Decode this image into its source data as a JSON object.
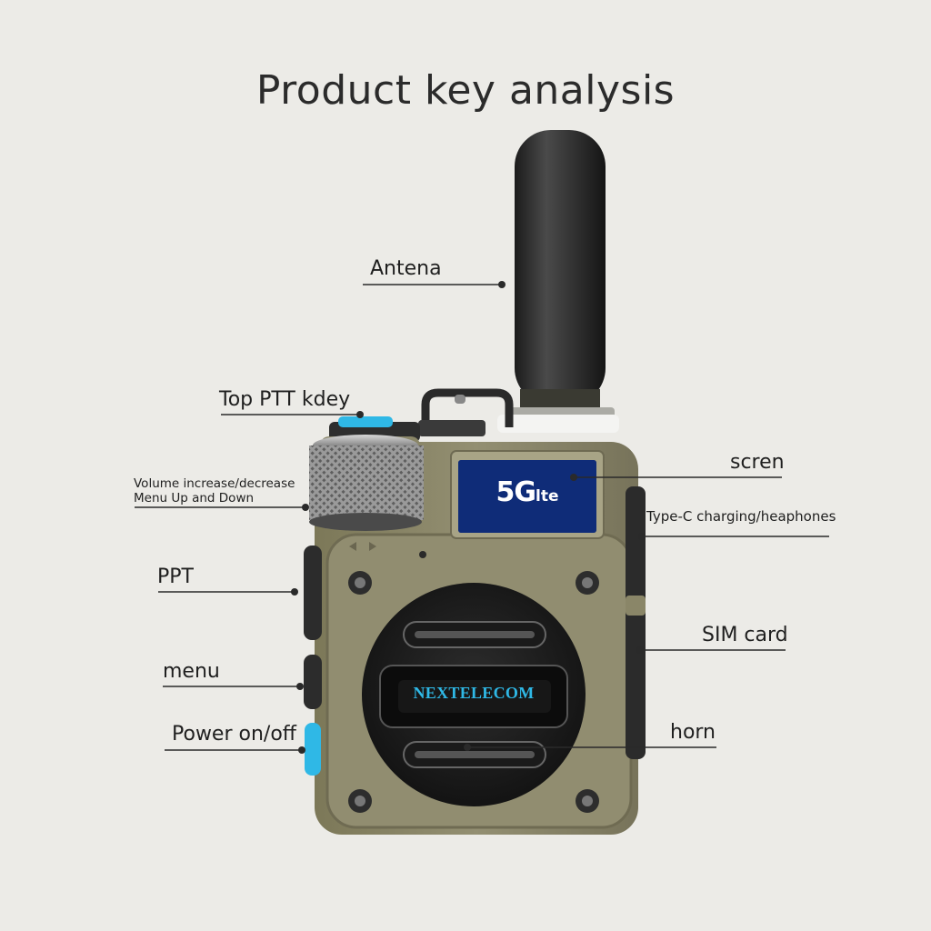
{
  "title": "Product key analysis",
  "screen": {
    "main": "5G",
    "suffix": "lte"
  },
  "brand": {
    "logo": "NEXTELECOM"
  },
  "labels": {
    "antenna": "Antena",
    "top_ptt": "Top PTT kdey",
    "volume_line1": "Volume increase/decrease",
    "volume_line2": "Menu Up  and Down",
    "ppt": "PPT",
    "menu": "menu",
    "power": "Power on/off",
    "screen": "scren",
    "typec": "Type-C charging/heaphones",
    "sim": "SIM card",
    "horn": "horn"
  },
  "colors": {
    "background": "#ecebe7",
    "body": "#8e8a6c",
    "accent": "#2fb8e6",
    "antenna": "#2a2a2a"
  },
  "icons": [
    "arrow-left-icon",
    "arrow-right-icon",
    "knurled-knob-icon",
    "screw-icon"
  ]
}
